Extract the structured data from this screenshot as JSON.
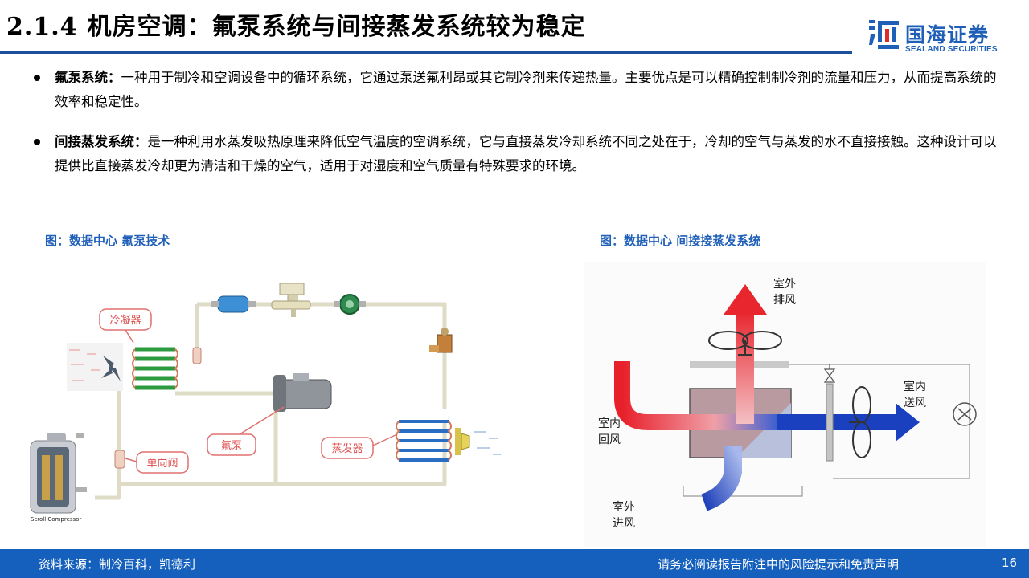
{
  "header": {
    "section_number": "2.1.4",
    "title": "机房空调：氟泵系统与间接蒸发系统较为稳定"
  },
  "logo": {
    "name_cn": "国海证券",
    "name_en": "SEALAND SECURITIES"
  },
  "bullets": [
    {
      "term": "氟泵系统：",
      "text": "一种用于制冷和空调设备中的循环系统，它通过泵送氟利昂或其它制冷剂来传递热量。主要优点是可以精确控制制冷剂的流量和压力，从而提高系统的效率和稳定性。"
    },
    {
      "term": "间接蒸发系统：",
      "text": "是一种利用水蒸发吸热原理来降低空气温度的空调系统，它与直接蒸发冷却系统不同之处在于，冷却的空气与蒸发的水不直接接触。这种设计可以提供比直接蒸发冷却更为清洁和干燥的空气，适用于对湿度和空气质量有特殊要求的环境。"
    }
  ],
  "figures": {
    "left": {
      "caption": "图：数据中心 氟泵技术",
      "labels": {
        "condenser": "冷凝器",
        "fluorine_pump": "氟泵",
        "check_valve": "单向阀",
        "evaporator": "蒸发器",
        "compressor": "Scroll Compressor"
      }
    },
    "right": {
      "caption": "图：数据中心 间接接蒸发系统",
      "labels": {
        "outdoor_exhaust_1": "室外",
        "outdoor_exhaust_2": "排风",
        "indoor_return_1": "室内",
        "indoor_return_2": "回风",
        "indoor_supply_1": "室内",
        "indoor_supply_2": "送风",
        "outdoor_intake_1": "室外",
        "outdoor_intake_2": "进风"
      }
    }
  },
  "footer": {
    "source": "资料来源：制冷百科，凯德利",
    "disclaimer": "请务必阅读报告附注中的风险提示和免责声明",
    "page_number": "16"
  },
  "colors": {
    "brand_blue": "#1f5fb8",
    "footer_blue": "#1560bd",
    "rule_blue": "#1a4fa0",
    "hot_red": "#e8202a",
    "cool_blue": "#1a3fbf",
    "label_red": "#e05050"
  }
}
